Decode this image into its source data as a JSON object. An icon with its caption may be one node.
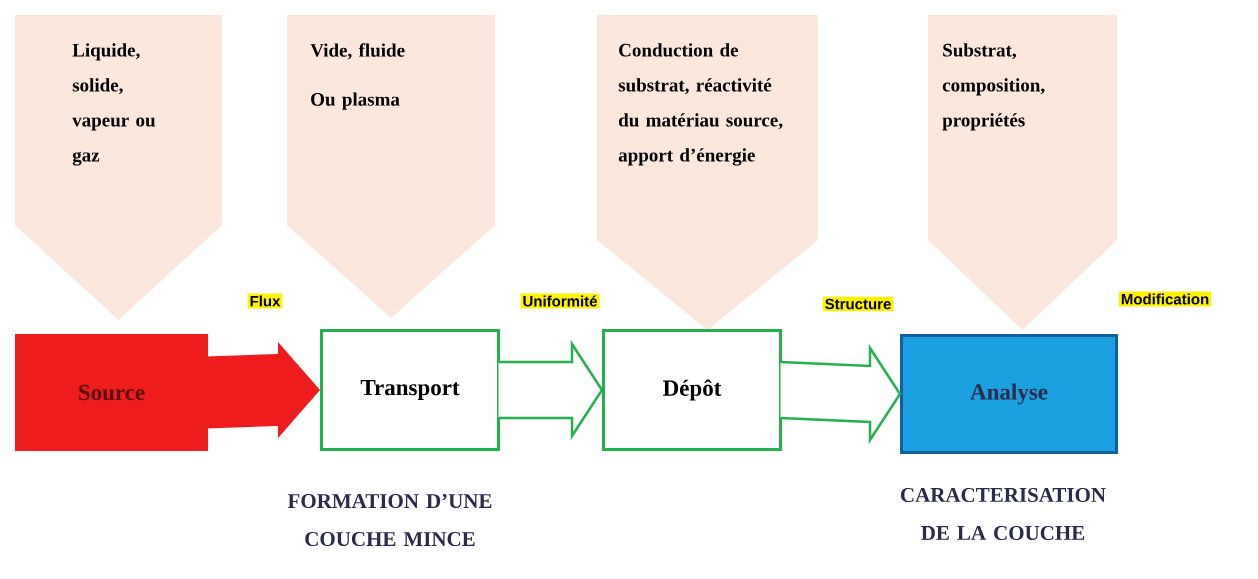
{
  "diagram": {
    "nodes": [
      {
        "text": [
          "Liquide, solide, vapeur ou gaz"
        ]
      },
      {
        "text": [
          "Vide, fluide",
          "Ou plasma"
        ]
      },
      {
        "text": [
          "Conduction de substrat, réactivité du matériau source, apport d’énergie"
        ]
      },
      {
        "text": [
          "Substrat, composition, propriétés"
        ]
      },
      {
        "text": [
          "Source"
        ]
      },
      {
        "text": [
          "Transport"
        ]
      },
      {
        "text": [
          "Dépôt"
        ]
      },
      {
        "text": [
          "Analyse"
        ]
      }
    ],
    "edges": [
      {
        "from": 4,
        "to": 5,
        "arrow": "to",
        "color": "#ee1c1c"
      },
      {
        "from": 5,
        "to": 6,
        "arrow": "to"
      },
      {
        "from": 6,
        "to": 7,
        "arrow": "to"
      }
    ],
    "labels": [
      "Flux",
      "Uniformité",
      "Structure",
      "Modification",
      "FORMATION D’UNE COUCHE MINCE",
      "CARACTERISATION DE LA COUCHE"
    ]
  }
}
